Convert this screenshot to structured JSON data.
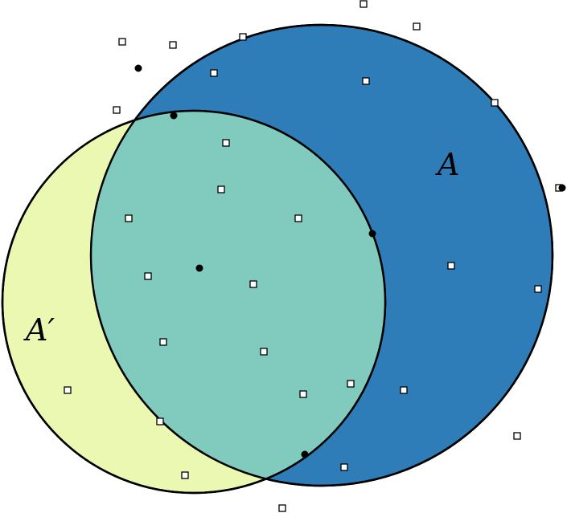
{
  "sets": {
    "A": {
      "label": "A",
      "fill_color": "#2e7db8",
      "stroke_color": "#000000"
    },
    "A_prime": {
      "label": "A′",
      "fill_color": "#ebf8b1",
      "stroke_color": "#000000"
    },
    "intersection": {
      "fill_color": "#80cbbd"
    }
  },
  "markers": {
    "square_points": {
      "shape": "open-square",
      "fill_color": "#ffffff",
      "stroke_color": "#000000"
    },
    "dot_points": {
      "shape": "filled-circle",
      "fill_color": "#000000"
    }
  }
}
